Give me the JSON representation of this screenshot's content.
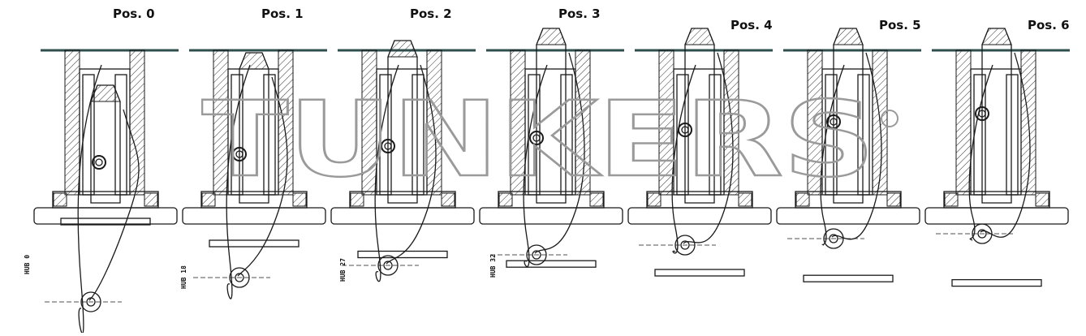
{
  "positions": [
    {
      "label": "Pos. 0",
      "hub": "HUB 0"
    },
    {
      "label": "Pos. 1",
      "hub": "HUB 18"
    },
    {
      "label": "Pos. 2",
      "hub": "HUB 27"
    },
    {
      "label": "Pos. 3",
      "hub": "HUB 32"
    },
    {
      "label": "Pos. 4",
      "hub": ""
    },
    {
      "label": "Pos. 5",
      "hub": ""
    },
    {
      "label": "Pos. 6",
      "hub": ""
    }
  ],
  "watermark": {
    "text": "TÜNKERS",
    "registered": "®"
  },
  "colors": {
    "line": "#1a1a1a",
    "hatch": "#333333",
    "sheet": "#2f4f4f",
    "watermark": "#9a9a9a"
  }
}
